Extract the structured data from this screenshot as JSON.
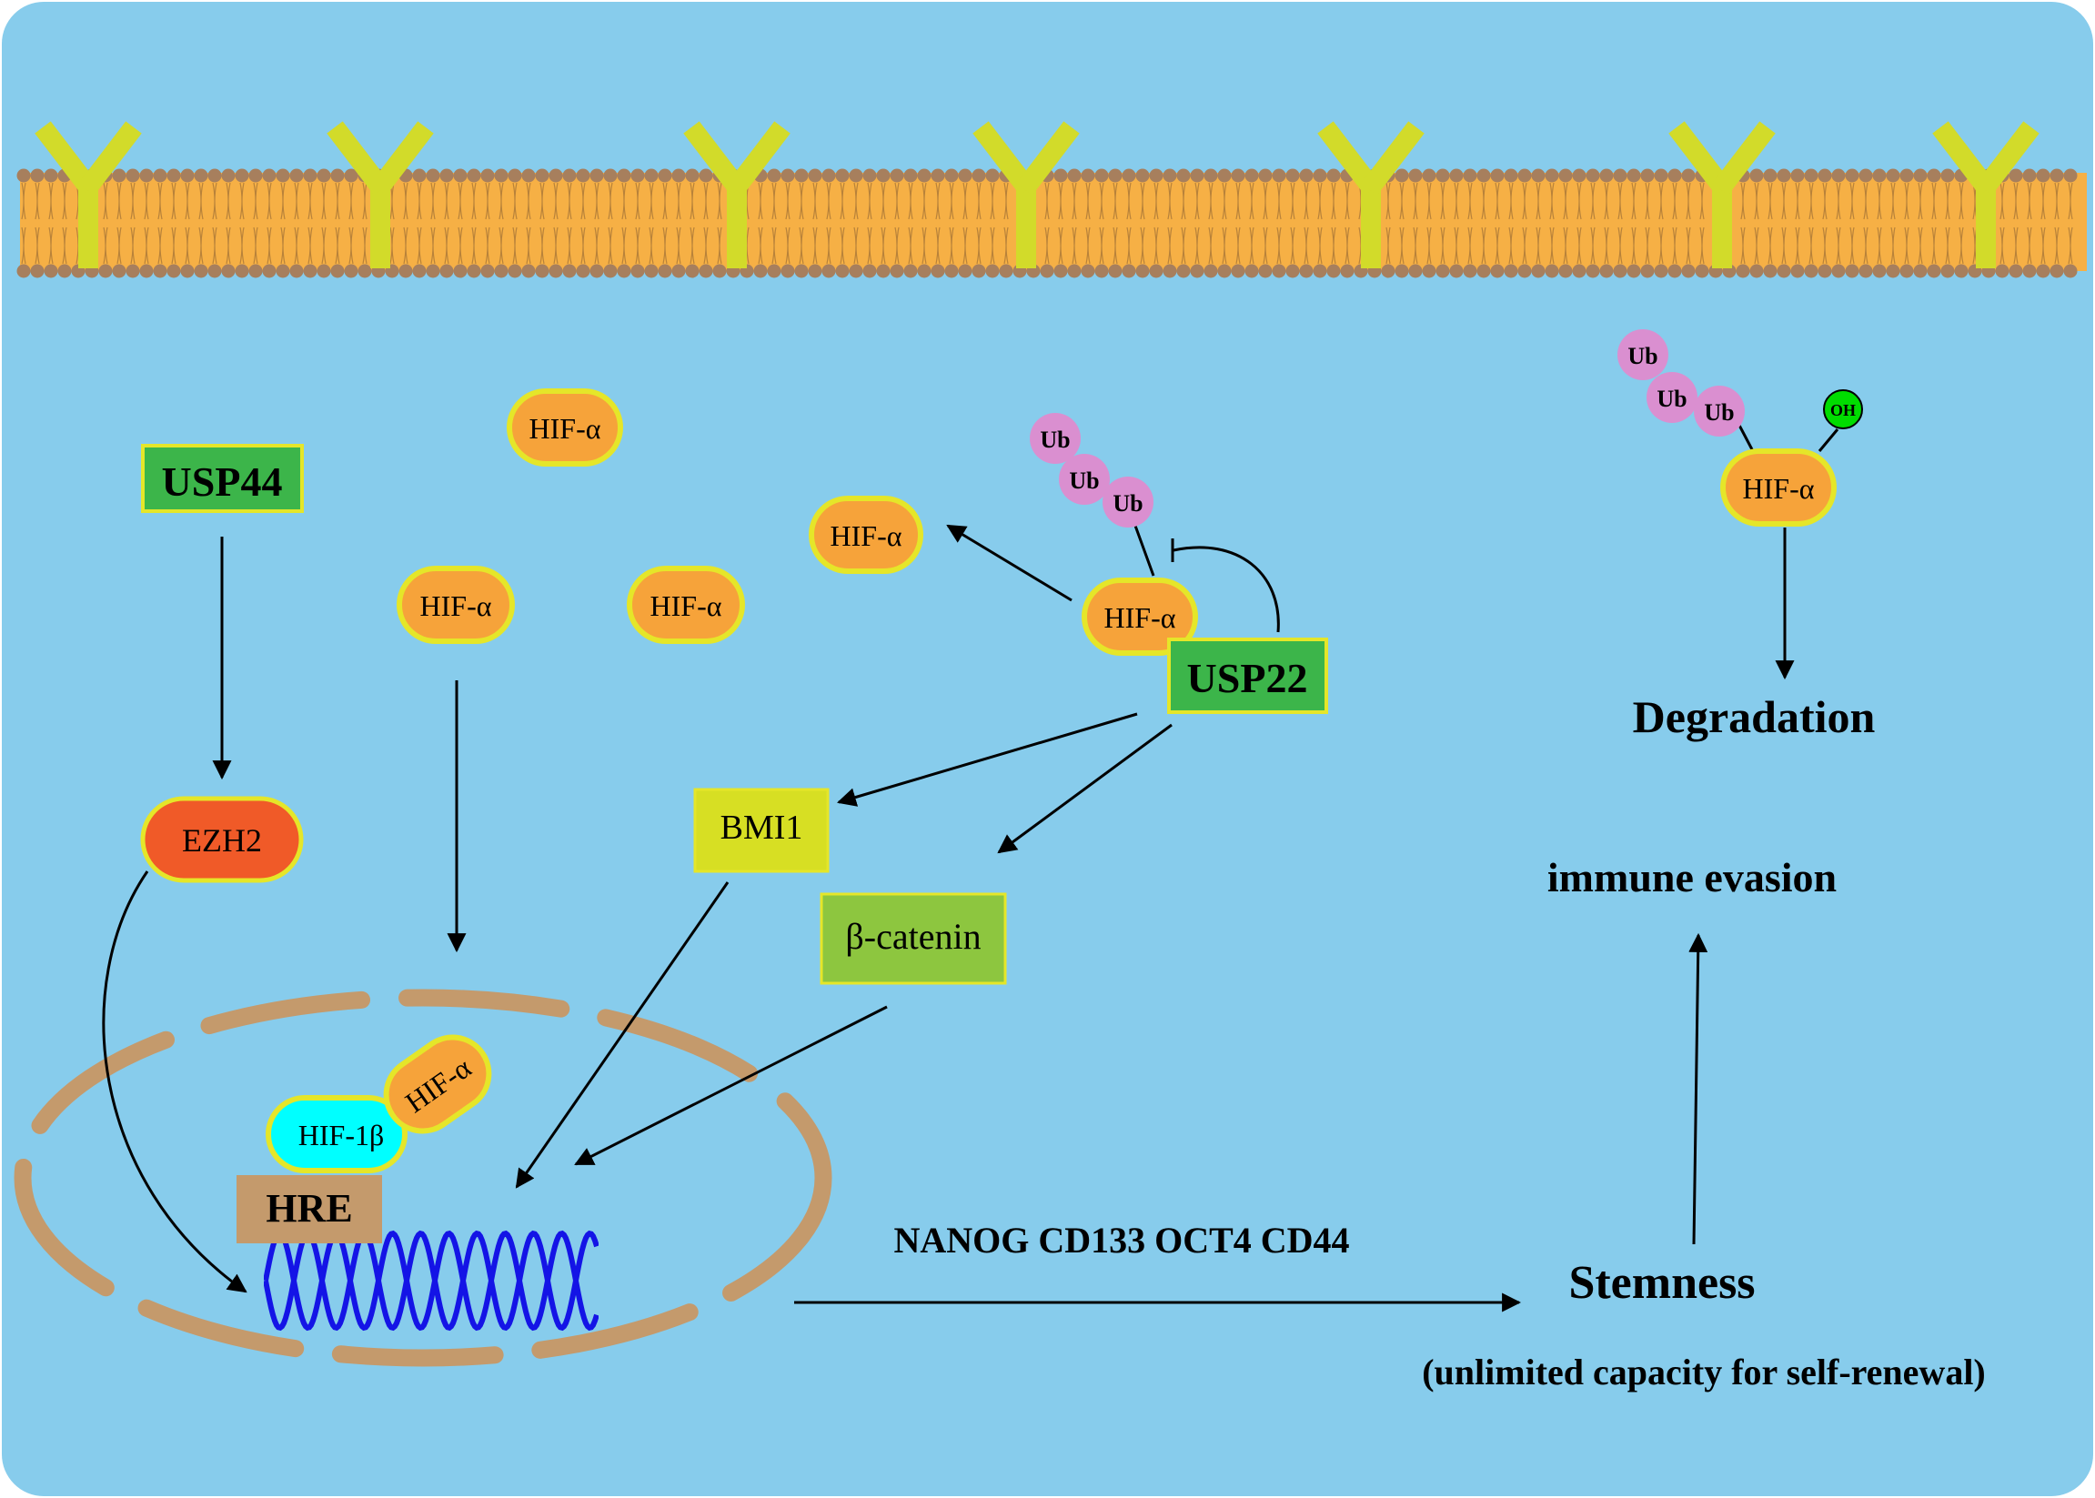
{
  "colors": {
    "background": "#87CCEC",
    "membrane": "#F6B045",
    "lipid_head": "#A77F5D",
    "receptor": "#D2DB2A",
    "hif_alpha": "#F6A33A",
    "hif_outline": "#E5E629",
    "green_box": "#3CB54A",
    "ezh2": "#F05A28",
    "bmi1": "#D7DF23",
    "beta_catenin": "#8DC63F",
    "hif_1b": "#00FFFF",
    "hre": "#C49A6C",
    "nucleus": "#C49A6C",
    "dna": "#1414E6",
    "ub": "#DA8FD0",
    "oh": "#00DD00"
  },
  "labels": {
    "usp44": "USP44",
    "usp22": "USP22",
    "ezh2": "EZH2",
    "bmi1": "BMI1",
    "beta_catenin": "β-catenin",
    "hif_alpha": "HIF-α",
    "hif_1b": "HIF-1β",
    "hre": "HRE",
    "ub": "Ub",
    "oh": "OH",
    "degradation": "Degradation",
    "immune_evasion": "immune evasion",
    "markers": "NANOG CD133 OCT4 CD44",
    "stemness": "Stemness",
    "stemness_note": "(unlimited capacity for self-renewal)"
  }
}
